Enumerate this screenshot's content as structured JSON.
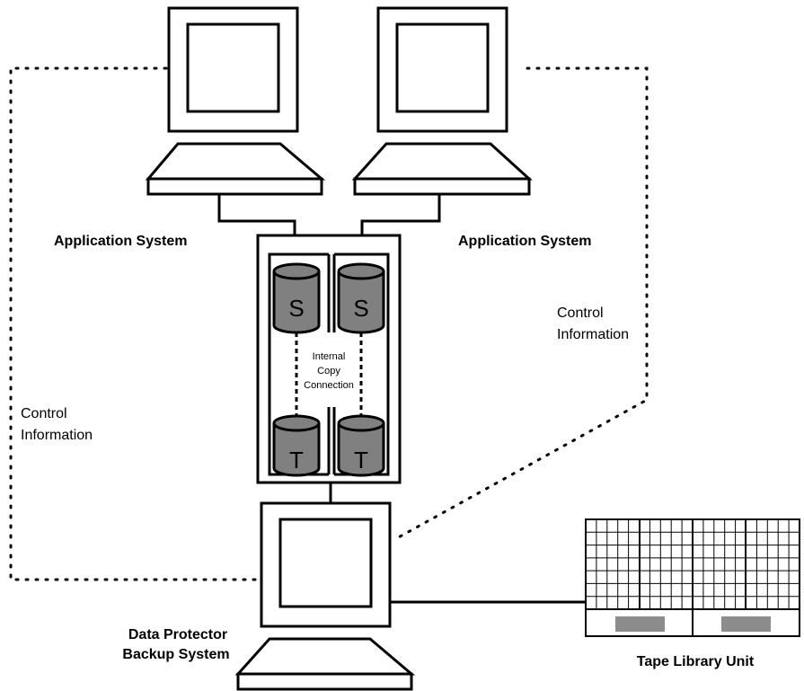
{
  "labels": {
    "app_system_left": "Application System",
    "app_system_right": "Application System",
    "control_info_left": [
      "Control",
      "Information"
    ],
    "control_info_right": [
      "Control",
      "Information"
    ],
    "internal_copy": [
      "Internal",
      "Copy",
      "Connection"
    ],
    "backup_system": [
      "Data Protector",
      "Backup System"
    ],
    "tape_library": "Tape Library Unit"
  },
  "disks": {
    "source_letter": "S",
    "target_letter": "T"
  },
  "colors": {
    "disk_fill": "#808080",
    "tape_slot_fill": "#8c8c8c",
    "line": "#000000"
  }
}
